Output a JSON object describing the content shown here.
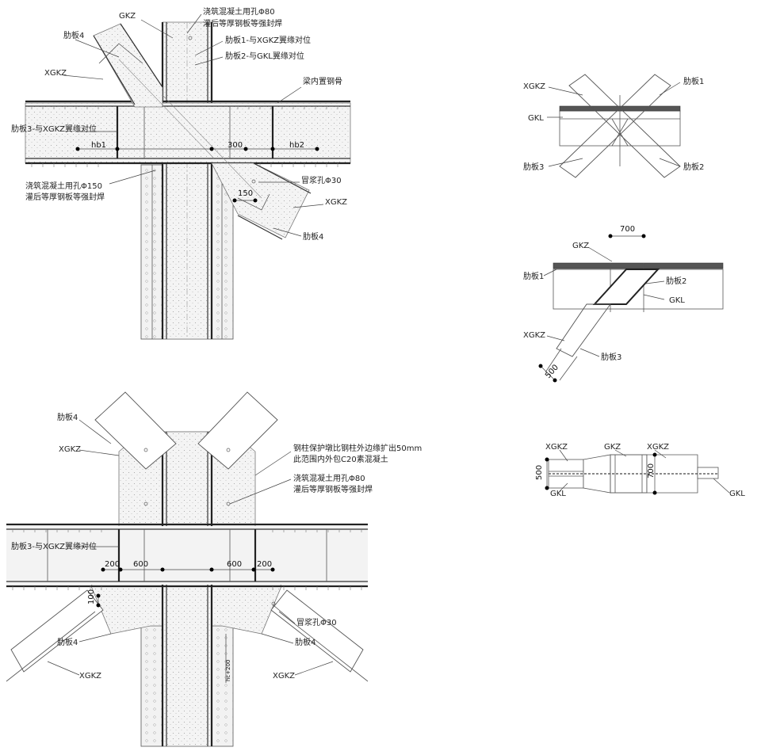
{
  "labels": {
    "top_gkz": "GKZ",
    "top_hole80_l1": "浇筑混凝土用孔Φ80",
    "top_hole80_l2": "灌后等厚钢板等强封焊",
    "top_rib1": "肋板1-与XGKZ翼缘对位",
    "top_rib2": "肋板2-与GKL翼缘对位",
    "top_rib4_a": "肋板4",
    "top_xgkz_a": "XGKZ",
    "top_beam_steel": "梁内置钢骨",
    "top_rib3": "肋板3-与XGKZ翼缘对位",
    "top_hole150_l1": "浇筑混凝土用孔Φ150",
    "top_hole150_l2": "灌后等厚钢板等强封焊",
    "top_vent": "冒浆孔Φ30",
    "top_xgkz_b": "XGKZ",
    "top_rib4_b": "肋板4",
    "bot_rib4_a": "肋板4",
    "bot_xgkz_a": "XGKZ",
    "bot_pier_l1": "钢柱保护墩比钢柱外边缘扩出50mm",
    "bot_pier_l2": "此范围内外包C20素混凝土",
    "bot_hole80_l1": "浇筑混凝土用孔Φ80",
    "bot_hole80_l2": "灌后等厚钢板等强封焊",
    "bot_rib3": "肋板3-与XGKZ翼缘对位",
    "bot_vent": "冒浆孔Φ30",
    "bot_rib4_b": "肋板4",
    "bot_rib4_c": "肋板4",
    "bot_xgkz_b": "XGKZ",
    "bot_xgkz_c": "XGKZ",
    "bot_hc": "hc+200",
    "r1_xgkz": "XGKZ",
    "r1_gkl": "GKL",
    "r1_rib3": "肋板3",
    "r1_rib1": "肋板1",
    "r1_rib2": "肋板2",
    "r2_gkz": "GKZ",
    "r2_rib1": "肋板1",
    "r2_rib2": "肋板2",
    "r2_gkl": "GKL",
    "r2_xgkz": "XGKZ",
    "r2_rib3": "肋板3",
    "r3_xgkz_a": "XGKZ",
    "r3_gkz": "GKZ",
    "r3_xgkz_b": "XGKZ",
    "r3_gkl_a": "GKL",
    "r3_gkl_b": "GKL"
  },
  "dims": {
    "top_hb1": "hb1",
    "top_300": "300",
    "top_hb2": "hb2",
    "top_150": "150",
    "bot_200_l": "200",
    "bot_600_l": "600",
    "bot_600_r": "600",
    "bot_200_r": "200",
    "bot_100": "100",
    "r2_700": "700",
    "r2_500": "500",
    "r3_500": "500",
    "r3_700": "700"
  }
}
